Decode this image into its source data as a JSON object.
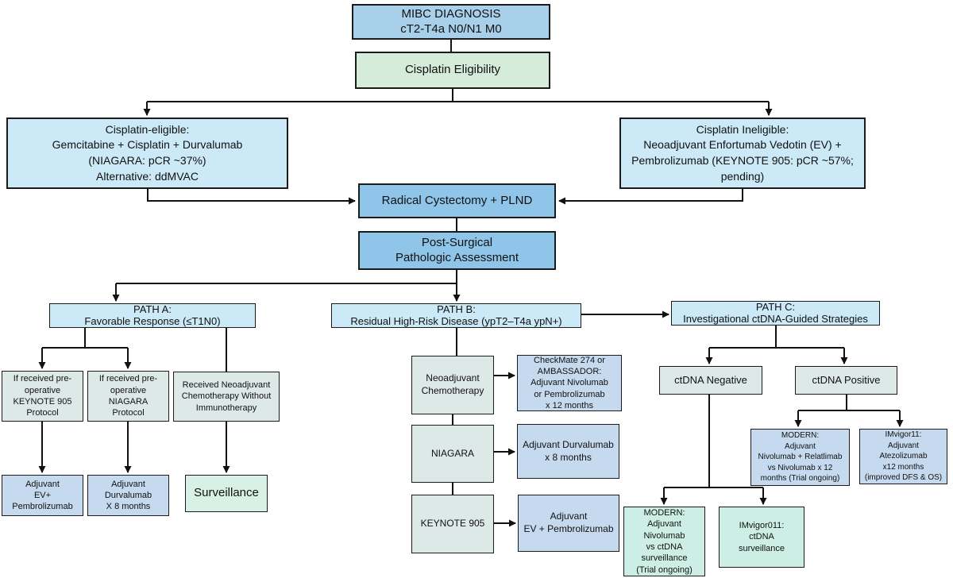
{
  "diagram_title": "MIBC Treatment Pathway Flowchart",
  "palette": {
    "header_blue": "#a9d0ea",
    "process_blue": "#8fc5e8",
    "eligibility_green": "#d4ecd9",
    "info_cyan": "#cbe9f6",
    "condition_gray_green": "#dde9e7",
    "treatment_steel_blue": "#c5daee",
    "outcome_mint": "#cdeee4",
    "surveillance_mint": "#d8f0e5",
    "line_color": "#111111"
  },
  "nodes": {
    "mibc_diagnosis": "MIBC DIAGNOSIS\ncT2-T4a N0/N1 M0",
    "cisplatin_eligibility": "Cisplatin Eligibility",
    "cisplatin_eligible": "Cisplatin-eligible:\nGemcitabine + Cisplatin + Durvalumab\n(NIAGARA: pCR ~37%)\nAlternative: ddMVAC",
    "cisplatin_ineligible": "Cisplatin Ineligible:\nNeoadjuvant Enfortumab Vedotin (EV) +\nPembrolizumab (KEYNOTE 905: pCR ~57%;\npending)",
    "radical_cystectomy": "Radical Cystectomy + PLND",
    "post_surgical": "Post-Surgical\nPathologic Assessment",
    "path_a_header": "PATH A:\nFavorable Response (≤T1N0)",
    "path_b_header": "PATH B:\nResidual High-Risk Disease (ypT2–T4a ypN+)",
    "path_c_header": "PATH C:\nInvestigational ctDNA-Guided Strategies",
    "if_keynote_905": "If received pre-\noperative\nKEYNOTE 905\nProtocol",
    "if_niagara": "If received pre-\noperative\nNIAGARA\nProtocol",
    "received_neoadjuvant": "Received Neoadjuvant\nChemotherapy Without\nImmunotherapy",
    "adjuvant_ev_pembro_a": "Adjuvant\nEV+\nPembrolizumab",
    "adjuvant_durvalumab_a": "Adjuvant\nDurvalumab\nX 8 months",
    "surveillance": "Surveillance",
    "neoadjuvant_chemotherapy": "Neoadjuvant\nChemotherapy",
    "checkmate_ambassador": "CheckMate 274 or\nAMBASSADOR:\nAdjuvant Nivolumab\nor Pembrolizumab\nx 12 months",
    "niagara": "NIAGARA",
    "adjuvant_durvalumab_b": "Adjuvant Durvalumab\nx 8 months",
    "keynote_905": "KEYNOTE 905",
    "adjuvant_ev_pembro_b": "Adjuvant\nEV + Pembrolizumab",
    "ctdna_negative": "ctDNA Negative",
    "ctdna_positive": "ctDNA Positive",
    "modern_positive": "MODERN:\nAdjuvant\nNivolumab + Relatlimab\nvs Nivolumab x 12\nmonths (Trial ongoing)",
    "imvigor11": "IMvigor11:\nAdjuvant\nAtezolizumab\nx12 months\n(improved DFS & OS)",
    "modern_negative": "MODERN:\nAdjuvant\nNivolumab\nvs ctDNA\nsurveillance\n(Trial ongoing)",
    "imvigor011": "IMvigor011:\nctDNA\nsurveillance"
  }
}
